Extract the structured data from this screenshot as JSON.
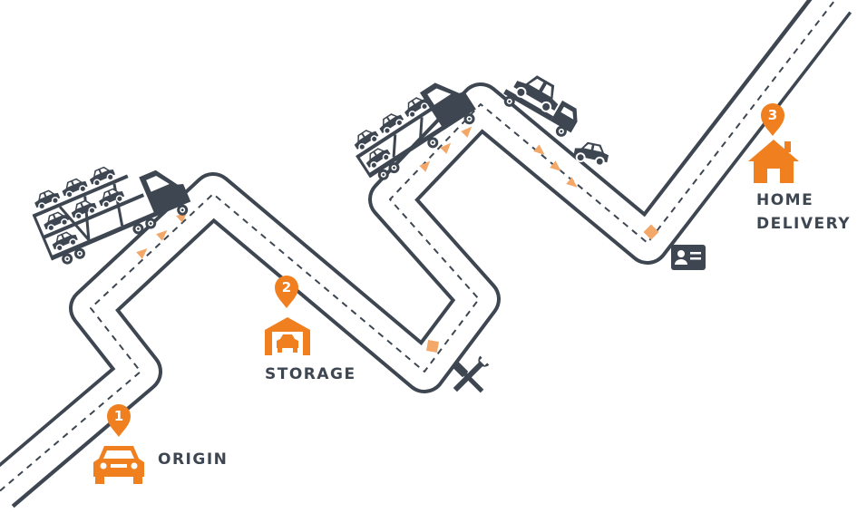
{
  "colors": {
    "road": "#3d4651",
    "accent": "#f07f1f",
    "arrow": "#f3a86a",
    "vehicle": "#3d4651"
  },
  "stages": [
    {
      "number": "1",
      "label": "ORIGIN",
      "icon": "car-icon"
    },
    {
      "number": "2",
      "label": "STORAGE",
      "icon": "garage-icon"
    },
    {
      "number": "3",
      "label_line1": "HOME",
      "label_line2": "DELIVERY",
      "icon": "house-icon"
    }
  ],
  "waypoint_icons": [
    "repair-tools-icon",
    "id-card-icon"
  ],
  "vehicles": [
    "car-carrier-truck",
    "car-carrier-truck",
    "tow-truck",
    "car"
  ]
}
